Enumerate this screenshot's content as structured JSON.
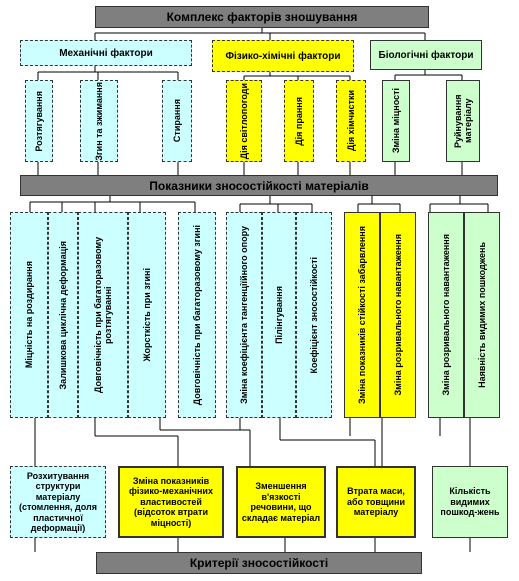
{
  "top_bar": "Комплекс факторів зношування",
  "middle_bar": "Показники зносостійкості матеріалів",
  "bottom_bar": "Критерії зносостійкості",
  "groups": {
    "mechanical": "Механічні фактори",
    "physchem": "Фізико-хімічні фактори",
    "biological": "Біологічні фактори"
  },
  "factors": {
    "stretching": "Розтягування",
    "bending": "Згин та зжимання",
    "abrasion": "Стирання",
    "light": "Дія світлопогоди",
    "washing": "Дія прання",
    "chemicals": "Дія хімчистки",
    "strength_change": "Зміна міцності",
    "destruction": "Руйнування матеріалу"
  },
  "indicators": {
    "tear_strength": "Міцність на роздирання",
    "residual_deformation": "Залишкова циклічна деформація",
    "durability_stretch": "Довговічність при багаторазовому розтягуванні",
    "bending_stiffness": "Жорсткість при згині",
    "durability_bend": "Довговічність при багаторазовому згині",
    "friction_change": "Зміна коефіцієнта тангенціїйного опору",
    "pilling": "Пілінгування",
    "wear_coefficient": "Коефіцієнт зносостійкості",
    "dye_fastness": "Зміна показників стійкості забарвлення",
    "breaking_load_yellow": "Зміна розривального навантаження",
    "breaking_load_green": "Зміна розривального навантаження",
    "visible_damage": "Наявність видимих пошкоджень"
  },
  "criteria": {
    "structure": "Розхитування структури матеріалу (стомлення, доля пластичної деформації)",
    "physmech": "Зміна показників фізико-механічних властивостей (відсоток втрати міцності)",
    "quality": "Зменшення в'язкості речовини, що складає матеріал",
    "mass_loss": "Втрата маси, або товщини матеріалу",
    "visible_count": "Кількість видимих пошкод-жень"
  }
}
